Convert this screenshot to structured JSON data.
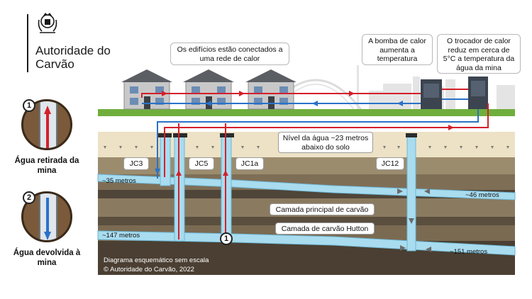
{
  "logo": {
    "crest_icon": "royal-coat-of-arms",
    "org_name": "Autoridade do Carvão"
  },
  "callouts": {
    "buildings": "Os edifícios estão conectados a uma rede de calor",
    "heat_pump": "A bomba de calor aumenta a temperatura",
    "exchanger": "O trocador de calor reduz em cerca de 5°C a temperatura da água da mina"
  },
  "water_level": "Nível da água ~23 metros abaixo do solo",
  "shafts": [
    "JC3",
    "JC5",
    "JC1a",
    "JC12"
  ],
  "depths": {
    "d35": "~35 metros",
    "d46": "~46 metros",
    "d147": "~147 metros",
    "d151": "~151 metros"
  },
  "seams": {
    "main": "Camada principal de carvão",
    "hutton": "Camada de carvão Hutton"
  },
  "side_panel": {
    "item1": {
      "number": "1",
      "caption": "Água retirada da mina"
    },
    "item2": {
      "number": "2",
      "caption": "Água devolvida à mina"
    }
  },
  "marker_number": "1",
  "footer": {
    "note": "Diagrama esquemático sem escala",
    "copyright": "© Autoridade do Carvão, 2022"
  },
  "colors": {
    "hot": "#d4202a",
    "cold": "#2a72c8",
    "water": "#a9dcef",
    "grass": "#6fae3c",
    "rock": "#5a4a3a"
  }
}
